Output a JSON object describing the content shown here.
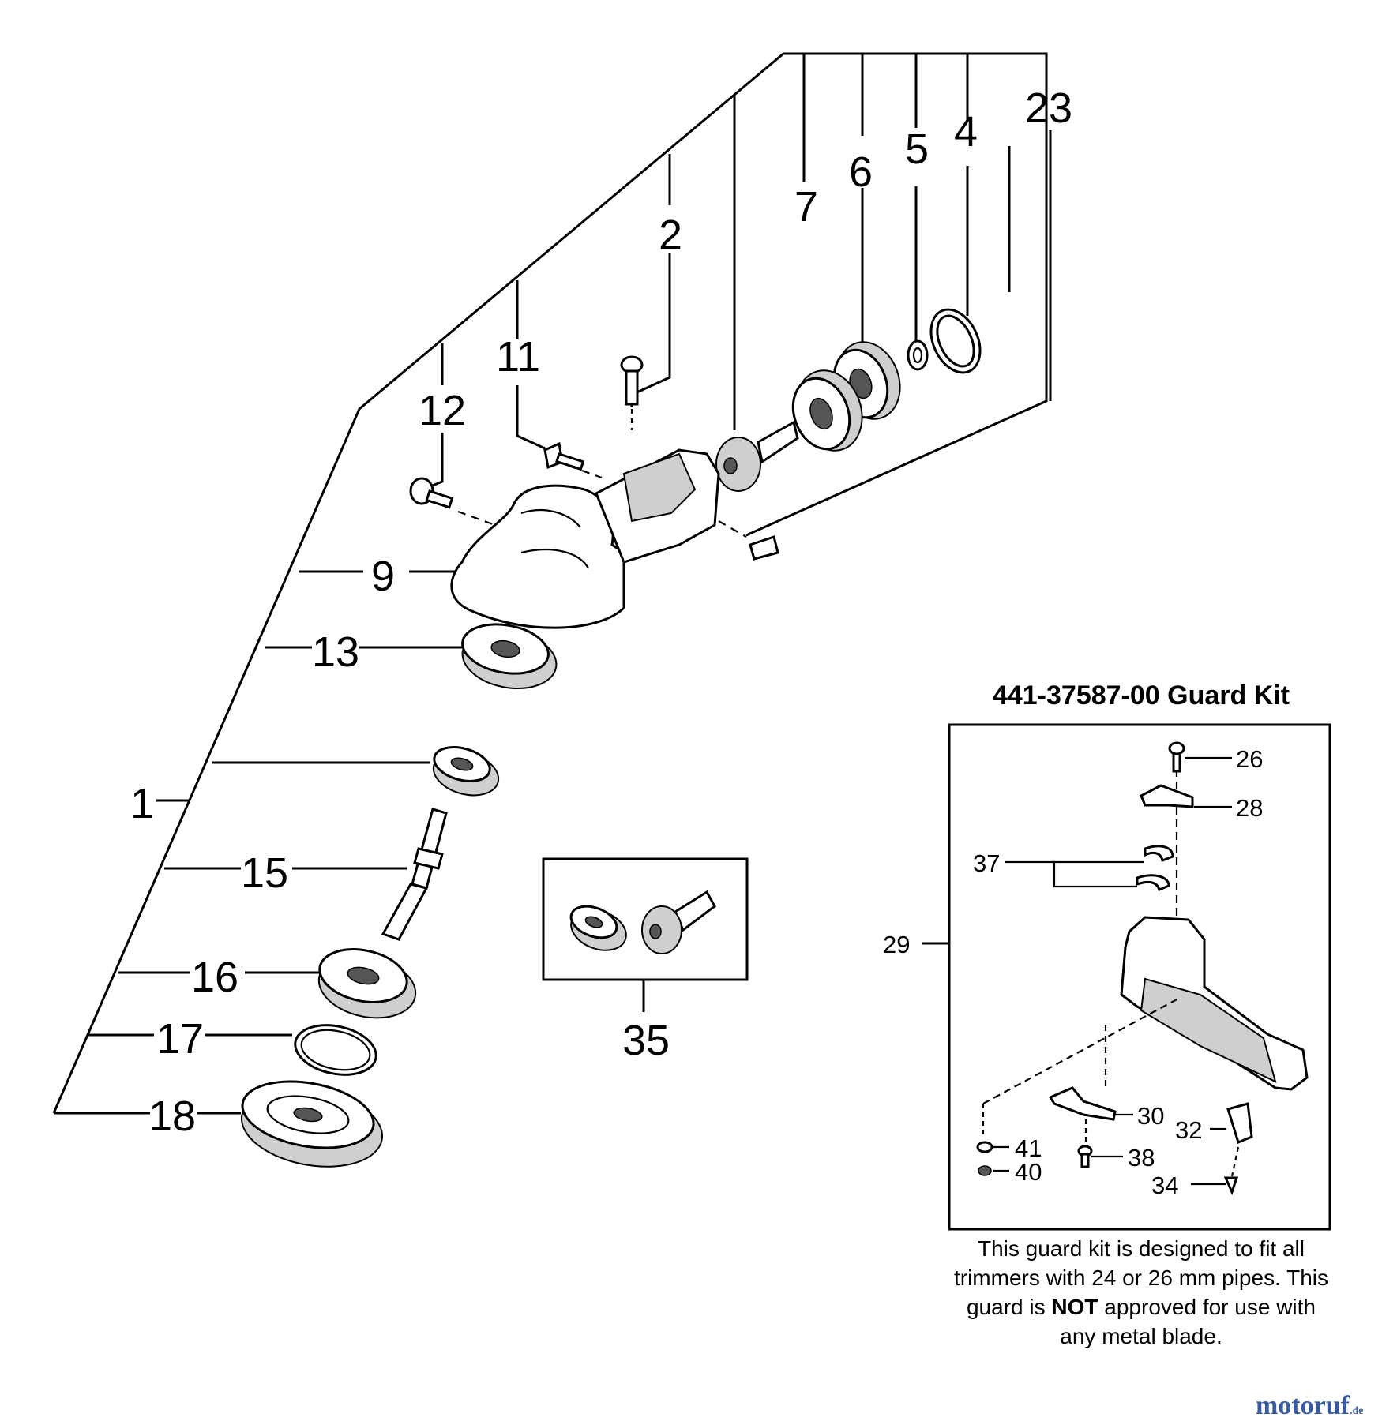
{
  "callouts": {
    "c1": "1",
    "c2": "2",
    "c4": "4",
    "c5": "5",
    "c6": "6",
    "c7": "7",
    "c9": "9",
    "c11": "11",
    "c12": "12",
    "c13": "13",
    "c15": "15",
    "c16": "16",
    "c17": "17",
    "c18": "18",
    "c23": "23",
    "c35": "35"
  },
  "guard_kit": {
    "title": "441-37587-00 Guard Kit",
    "callouts": {
      "c26": "26",
      "c28": "28",
      "c29": "29",
      "c30": "30",
      "c32": "32",
      "c34": "34",
      "c37": "37",
      "c38": "38",
      "c40": "40",
      "c41": "41"
    },
    "note_1": "This guard kit is designed to fit all trimmers with 24 or 26 mm pipes. This guard is",
    "note_not": "NOT",
    "note_2": "approved for use with any metal blade."
  },
  "watermark": {
    "name": "motoruf",
    "suffix": ".de"
  }
}
